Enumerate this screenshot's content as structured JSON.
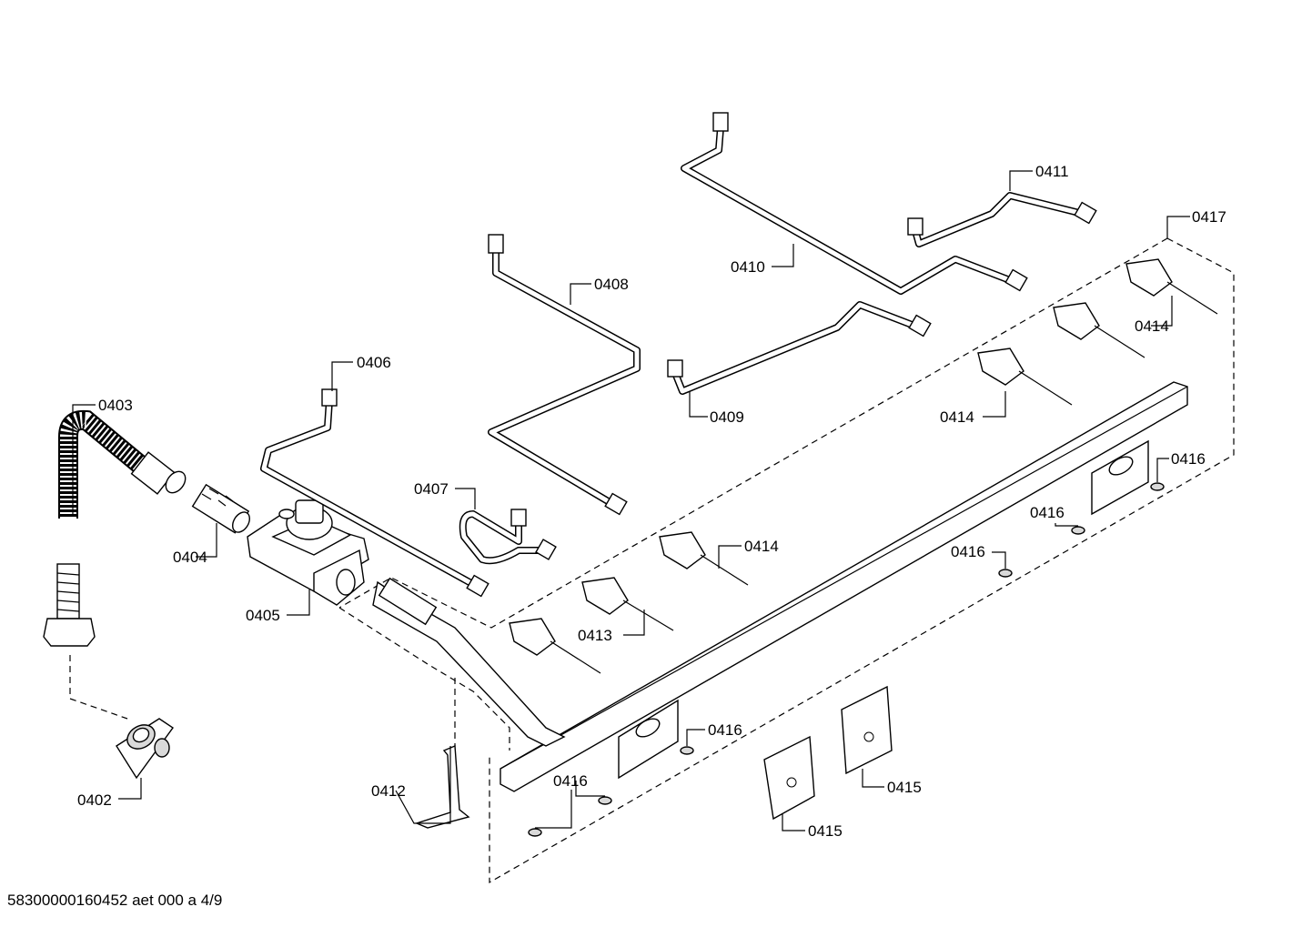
{
  "labels": {
    "p0402": "0402",
    "p0403": "0403",
    "p0404": "0404",
    "p0405": "0405",
    "p0406": "0406",
    "p0407": "0407",
    "p0408": "0408",
    "p0409": "0409",
    "p0410": "0410",
    "p0411": "0411",
    "p0412": "0412",
    "p0413": "0413",
    "p0414": "0414",
    "p0415": "0415",
    "p0416": "0416",
    "p0417": "0417"
  },
  "footer": "58300000160452 aet 000 a 4/9"
}
